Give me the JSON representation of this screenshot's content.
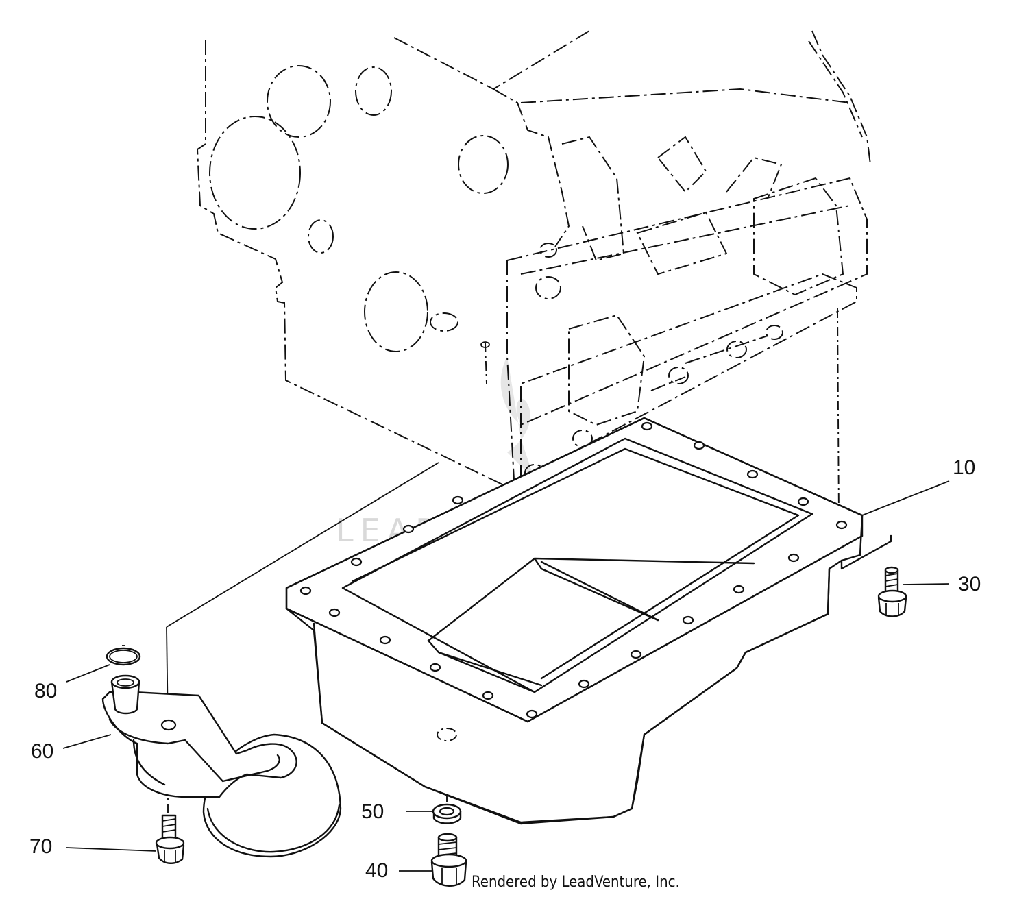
{
  "callouts": {
    "p10": "10",
    "p30": "30",
    "p40": "40",
    "p50": "50",
    "p60": "60",
    "p70": "70",
    "p80": "80"
  },
  "watermark": "LEADVENTURE",
  "credit": "Rendered by LeadVenture, Inc."
}
